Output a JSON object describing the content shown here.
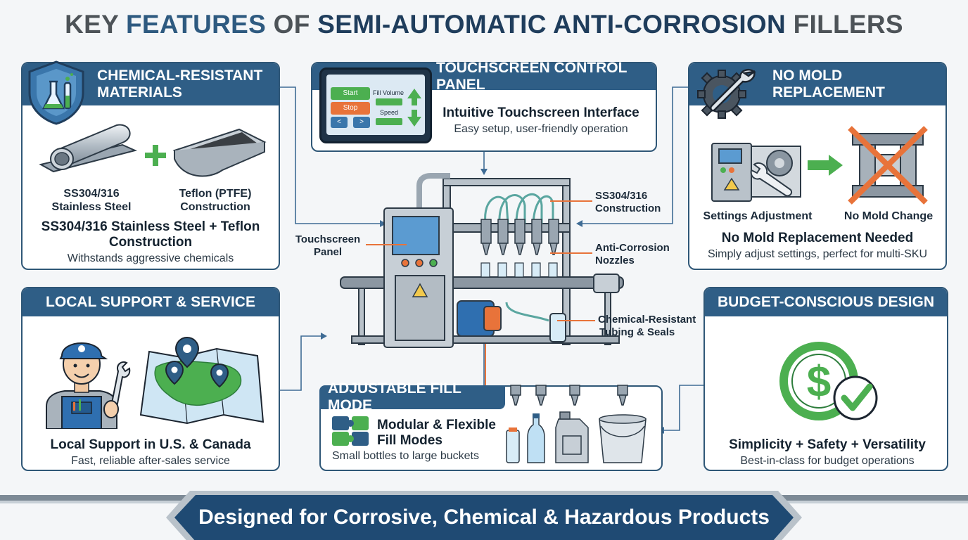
{
  "title": {
    "w1": "KEY",
    "w2": "FEATURES",
    "w3": "OF",
    "w4": "SEMI-AUTOMATIC ANTI-CORROSION",
    "w5": "FILLERS"
  },
  "chemical": {
    "header": [
      "CHEMICAL-RESISTANT",
      "MATERIALS"
    ],
    "item1": [
      "SS304/316",
      "Stainless Steel"
    ],
    "item2": [
      "Teflon (PTFE)",
      "Construction"
    ],
    "heading": [
      "SS304/316 Stainless Steel + Teflon",
      "Construction"
    ],
    "desc": "Withstands aggressive chemicals",
    "icon": "shield-flask-icon"
  },
  "touchscreen": {
    "header": "TOUCHSCREEN CONTROL PANEL",
    "heading": "Intuitive Touchscreen Interface",
    "desc": "Easy setup, user-friendly operation",
    "screen": {
      "start": "Start",
      "stop": "Stop",
      "fill_volume": "Fill Volume",
      "speed": "Speed"
    }
  },
  "mold": {
    "header": [
      "NO MOLD",
      "REPLACEMENT"
    ],
    "item1": "Settings Adjustment",
    "item2": "No Mold Change",
    "heading": "No Mold Replacement Needed",
    "desc": "Simply adjust settings, perfect for multi-SKU",
    "icon": "gear-wrench-icon"
  },
  "support": {
    "header": "LOCAL SUPPORT & SERVICE",
    "heading": "Local Support in U.S. & Canada",
    "desc": "Fast, reliable after-sales service"
  },
  "budget": {
    "header": "BUDGET-CONSCIOUS DESIGN",
    "heading": "Simplicity + Safety + Versatility",
    "desc": "Best-in-class for budget operations"
  },
  "fill": {
    "header": "ADJUSTABLE FILL MODE",
    "heading": [
      "Modular & Flexible",
      "Fill Modes"
    ],
    "desc": "Small bottles to large buckets"
  },
  "machine": {
    "callouts": {
      "construction": [
        "SS304/316",
        "Construction"
      ],
      "panel": [
        "Touchscreen",
        "Panel"
      ],
      "nozzles": [
        "Anti-Corrosion",
        "Nozzles"
      ],
      "tubing": [
        "Chemical-Resistant",
        "Tubing & Seals"
      ]
    }
  },
  "banner": {
    "text": "Designed for Corrosive, Chemical & Hazardous Products"
  },
  "colors": {
    "navy": "#2f5e86",
    "accent_green": "#4caf50",
    "accent_orange": "#e8733a",
    "steel": "#b9c2ca"
  }
}
